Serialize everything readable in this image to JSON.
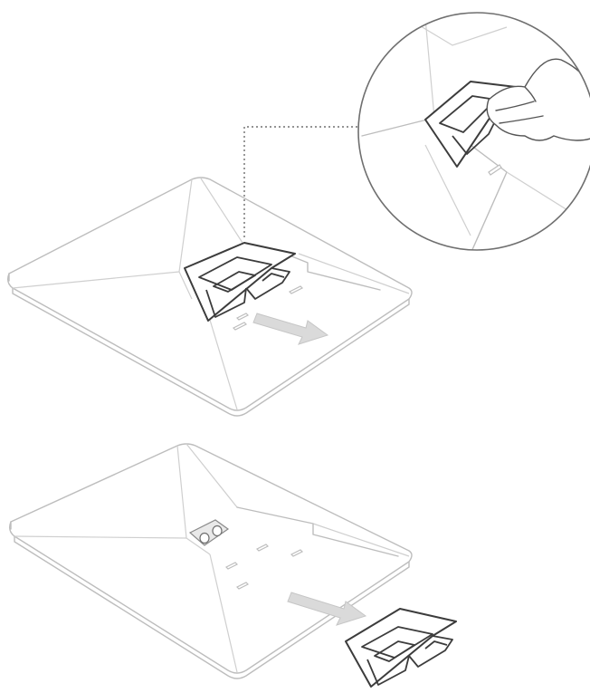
{
  "figure": {
    "steps": [
      {
        "id": "step-1",
        "action": "pull-out-hinge-cover"
      },
      {
        "id": "step-2",
        "action": "remove-hinge-cover"
      }
    ],
    "colors": {
      "outline": "#bdbdbd",
      "highlight": "#3c3c3c",
      "arrow": "#d9d9d9"
    },
    "icons": [
      "hand-icon",
      "arrow-icon",
      "magnifier-circle"
    ]
  }
}
